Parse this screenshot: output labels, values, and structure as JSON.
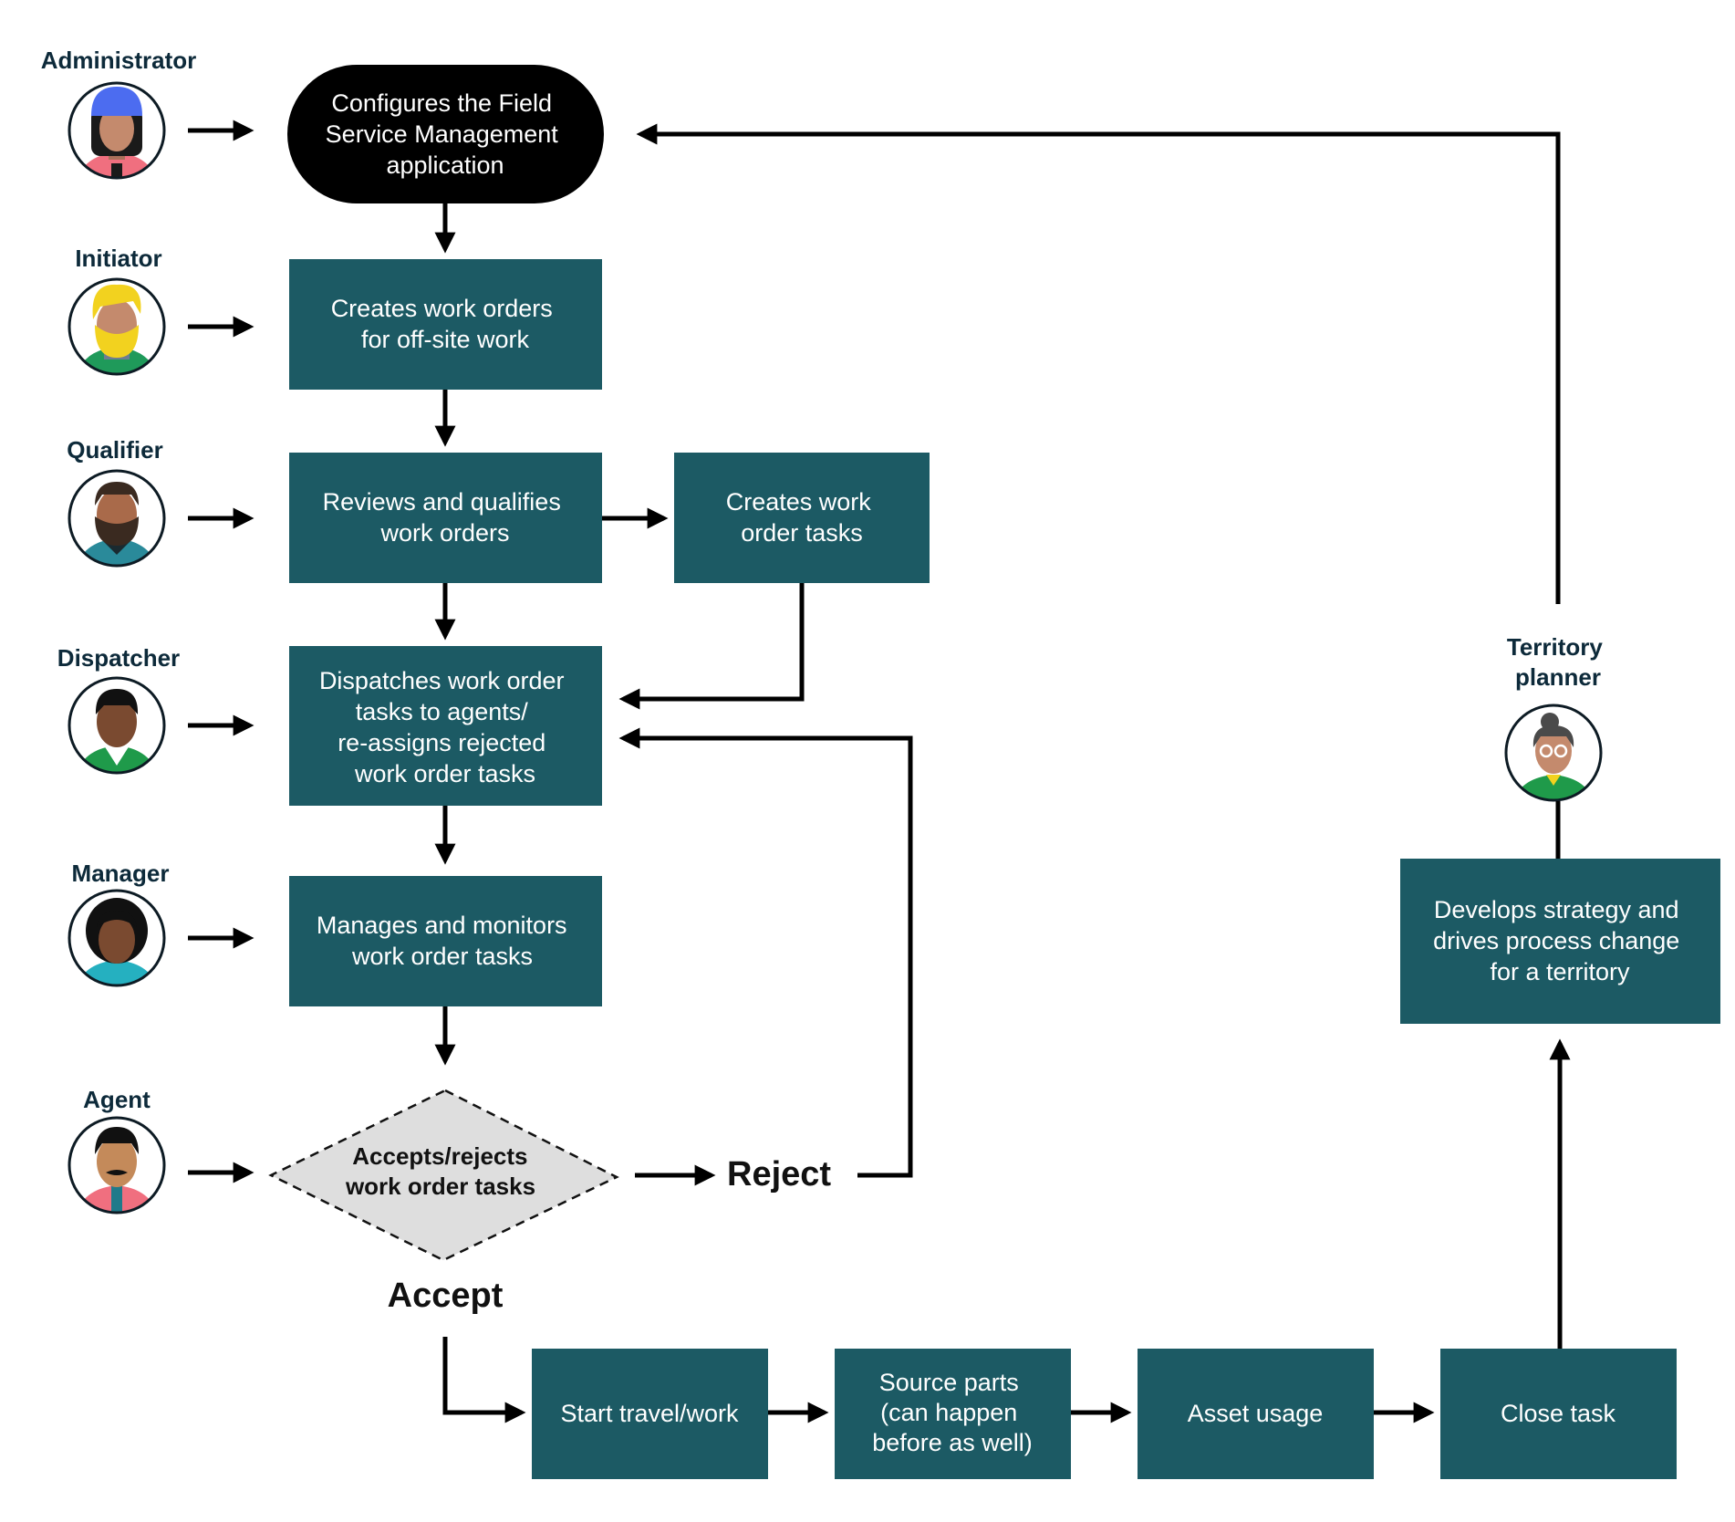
{
  "colors": {
    "box_fill": "#1c5a64",
    "start_fill": "#000000",
    "decision_fill": "#dedede",
    "label_color": "#0d2a3a",
    "connector": "#000000"
  },
  "roles": {
    "administrator": "Administrator",
    "initiator": "Initiator",
    "qualifier": "Qualifier",
    "dispatcher": "Dispatcher",
    "manager": "Manager",
    "agent": "Agent",
    "territory_planner": [
      "Territory",
      "planner"
    ]
  },
  "nodes": {
    "configures": [
      "Configures the Field",
      "Service Management",
      "application"
    ],
    "creates_orders": [
      "Creates work orders",
      "for off-site work"
    ],
    "reviews": [
      "Reviews and qualifies",
      "work orders"
    ],
    "creates_tasks": [
      "Creates work",
      "order tasks"
    ],
    "dispatches": [
      "Dispatches work order",
      "tasks to agents/",
      "re-assigns rejected",
      "work order tasks"
    ],
    "manages": [
      "Manages and monitors",
      "work order tasks"
    ],
    "decision": [
      "Accepts/rejects",
      "work order tasks"
    ],
    "start_travel": [
      "Start travel/work"
    ],
    "source_parts": [
      "Source parts",
      "(can happen",
      "before as well)"
    ],
    "asset_usage": [
      "Asset usage"
    ],
    "close_task": [
      "Close task"
    ],
    "develops": [
      "Develops strategy and",
      "drives process change",
      "for a territory"
    ]
  },
  "branches": {
    "reject": "Reject",
    "accept": "Accept"
  },
  "icons": {
    "administrator": "administrator-avatar-icon",
    "initiator": "initiator-avatar-icon",
    "qualifier": "qualifier-avatar-icon",
    "dispatcher": "dispatcher-avatar-icon",
    "manager": "manager-avatar-icon",
    "agent": "agent-avatar-icon",
    "territory_planner": "territory-planner-avatar-icon"
  }
}
